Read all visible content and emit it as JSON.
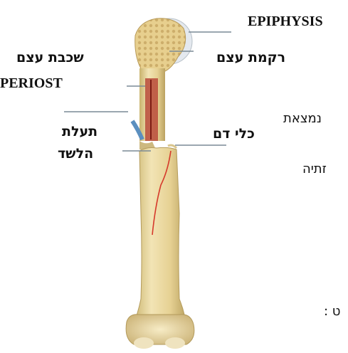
{
  "labels": {
    "epiphysis": "EPIPHYSIS",
    "spongy_bone": "רקמת עצם",
    "bone_layer": "שכבת עצם",
    "periosteum": "PERIOST",
    "located": "נמצאת",
    "blood_vessels": "כלי דם",
    "marrow_canal_line1": "תעלת",
    "marrow_canal_line2": "הלשד",
    "fragment_right": "זתיה",
    "fragment_bottom": ": ט"
  },
  "colors": {
    "bone": "#e9d79f",
    "bone_shadow": "#c9b36d",
    "cartilage": "#e5eaf0",
    "marrow": "#c0392b",
    "blood_vessel": "#d6392b",
    "nerve_blue": "#5b8fbf",
    "leader_line": "#7a8a95"
  }
}
